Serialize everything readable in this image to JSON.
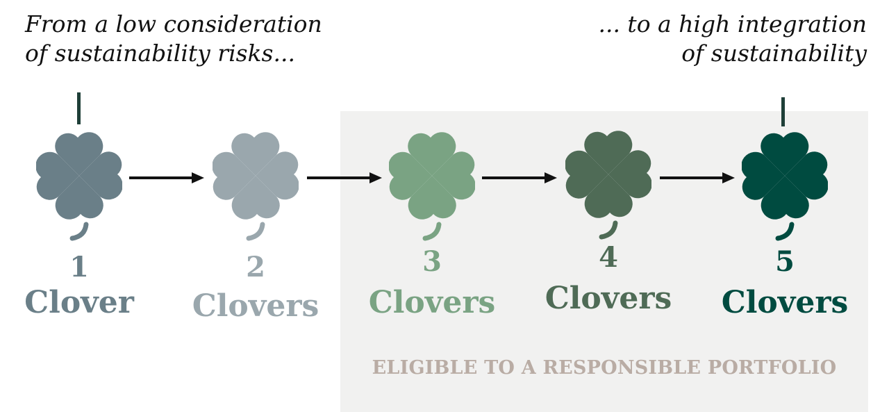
{
  "captions": {
    "left_line1": "From a low consideration",
    "left_line2": "of sustainability risks...",
    "right_line1": "... to a high integration",
    "right_line2": "of sustainability"
  },
  "eligible_label": "ELIGIBLE TO A RESPONSIBLE PORTFOLIO",
  "steps": [
    {
      "number": "1",
      "label": "Clover",
      "color": "#6a7f88"
    },
    {
      "number": "2",
      "label": "Clovers",
      "color": "#9aa7ad"
    },
    {
      "number": "3",
      "label": "Clovers",
      "color": "#7aa383"
    },
    {
      "number": "4",
      "label": "Clovers",
      "color": "#4f6b56"
    },
    {
      "number": "5",
      "label": "Clovers",
      "color": "#004b40"
    }
  ],
  "icons": {
    "clover": "four-leaf-clover-icon",
    "arrow": "arrow-right-icon"
  }
}
